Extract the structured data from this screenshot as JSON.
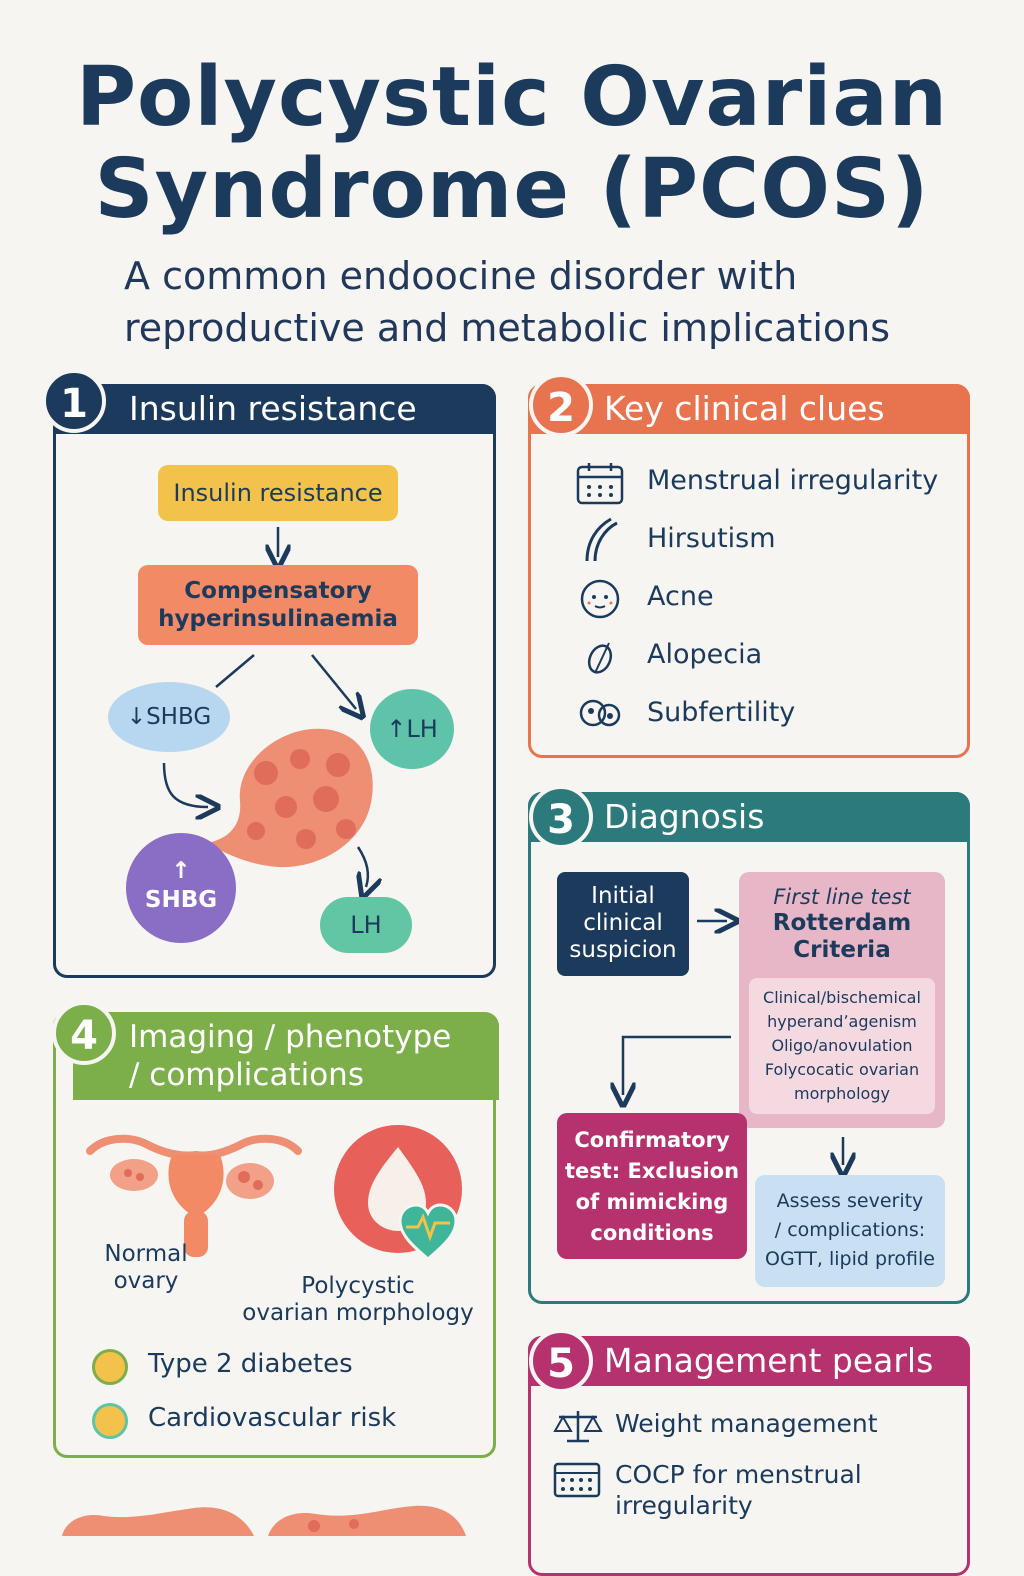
{
  "header": {
    "title_line1": "Polycystic Ovarian",
    "title_line2": "Syndrome (PCOS)",
    "subtitle_line1": "A common endoocine disorder with",
    "subtitle_line2": "reproductive and metabolic implications"
  },
  "colors": {
    "navy": "#1b3a5c",
    "orange": "#e8734f",
    "teal": "#2c7a7b",
    "green": "#7caf4a",
    "magenta": "#b5326e"
  },
  "panel1": {
    "number": "1",
    "title": "Insulin resistance",
    "box_insulin": "Insulin resistance",
    "box_comp_line1": "Compensatory",
    "box_comp_line2": "hyperinsulinaemia",
    "shbg_down": "↓SHBG",
    "lh_up": "↑LH",
    "shbg_up_arrow": "↑",
    "shbg_up_label": "SHBG",
    "lh_label": "LH"
  },
  "panel2": {
    "number": "2",
    "title": "Key clinical clues",
    "items": [
      {
        "label": "Menstrual irregularity",
        "icon": "calendar-icon"
      },
      {
        "label": "Hirsutism",
        "icon": "hair-icon"
      },
      {
        "label": "Acne",
        "icon": "face-icon"
      },
      {
        "label": "Alopecia",
        "icon": "hair-strand-icon"
      },
      {
        "label": "Subfertility",
        "icon": "ovum-icon"
      }
    ]
  },
  "panel3": {
    "number": "3",
    "title": "Diagnosis",
    "initial_lines": [
      "Initial",
      "clinical",
      "suspicion"
    ],
    "first_line": "First  line test",
    "rotterdam_lines": [
      "Rotterdam",
      "Criteria"
    ],
    "criteria_lines": [
      "Clinical/bischemical",
      "hyperandʼagenism",
      "Oligo/anovulation",
      "Folycocatic ovarian",
      "morphology"
    ],
    "confirm_lines": [
      "Confirmatory",
      "test: Exclusion",
      "of mimicking",
      "conditions"
    ],
    "assess_lines": [
      "Assess severity",
      "/ complications:",
      "OGTT, lipid profile"
    ]
  },
  "panel4": {
    "number": "4",
    "title_line1": "Imaging / phenotype",
    "title_line2": "/ complications",
    "normal_lines": [
      "Normal",
      "ovary"
    ],
    "poly_lines": [
      "Polycystic",
      "ovarian morphology"
    ],
    "risks": [
      "Type 2 diabetes",
      "Cardiovascular risk"
    ]
  },
  "panel5": {
    "number": "5",
    "title": "Management pearls",
    "items": [
      {
        "label_lines": [
          "Weight management"
        ],
        "icon": "scale-icon"
      },
      {
        "label_lines": [
          "COCP for menstrual",
          "irregularity"
        ],
        "icon": "pill-pack-icon"
      }
    ]
  }
}
